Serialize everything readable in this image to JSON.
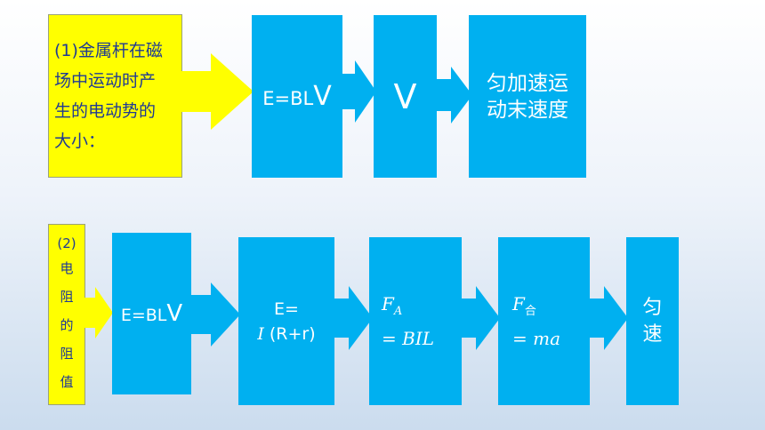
{
  "row1": {
    "intro": [
      "(1)金属杆在磁",
      "场中运动时产",
      "生的电动势的",
      "大小："
    ],
    "emf_prefix": "E=BL",
    "emf_v": "V",
    "velocity": "V",
    "result": [
      "匀加速运",
      "动末速度"
    ]
  },
  "row2": {
    "intro": [
      "(2)",
      "电",
      "阻",
      "的",
      "阻",
      "值"
    ],
    "emf_prefix": "E=BL",
    "emf_v": "V",
    "ohm_top": "E=",
    "ohm_i": "I",
    "ohm_rest": "(R+r)",
    "force_f": "F",
    "force_sub": "A",
    "force_eq": "= BIL",
    "net_f": "F",
    "net_sub": "合",
    "net_eq": "= ma",
    "end": [
      "匀",
      "速"
    ]
  },
  "colors": {
    "blue": "#00b0f0",
    "yellow": "#ffff00",
    "text_dark": "#1f3a93"
  }
}
